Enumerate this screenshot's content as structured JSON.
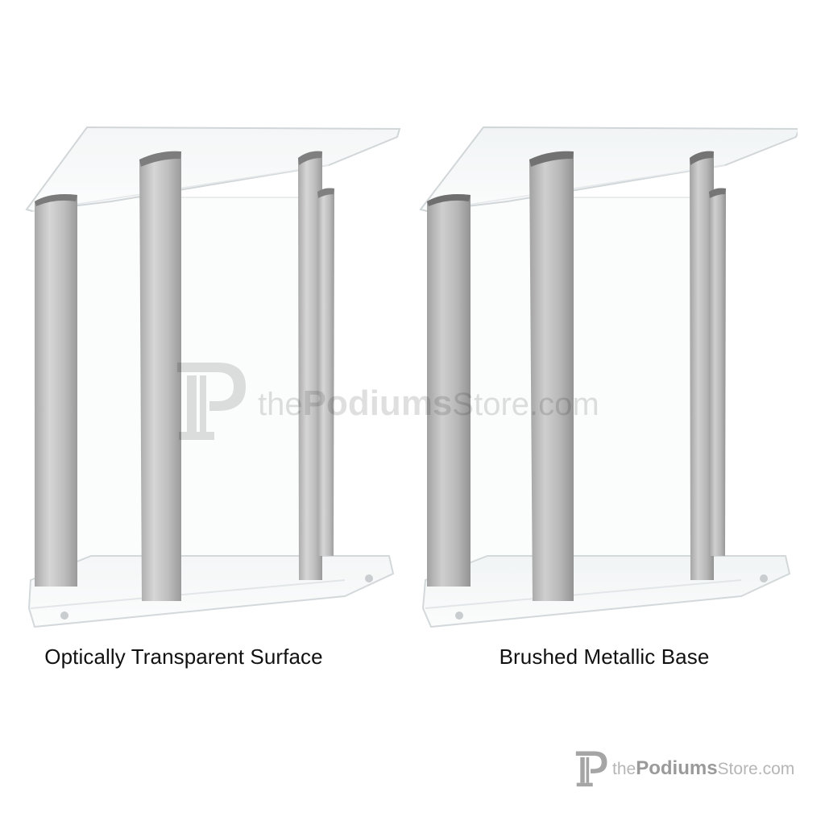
{
  "captions": {
    "left": "Optically Transparent Surface",
    "right": "Brushed Metallic Base"
  },
  "brand": {
    "prefix": "the",
    "name": "Podiums",
    "suffix": "Store.com",
    "mark_icon": "pillar-p-logo-icon"
  },
  "colors": {
    "metal": "#c3c3c3",
    "metal_dark": "#9b9b9b",
    "acrylic_edge": "#d9dde0",
    "caption_text": "#111111",
    "logo_grey": "#9a9a9a"
  }
}
